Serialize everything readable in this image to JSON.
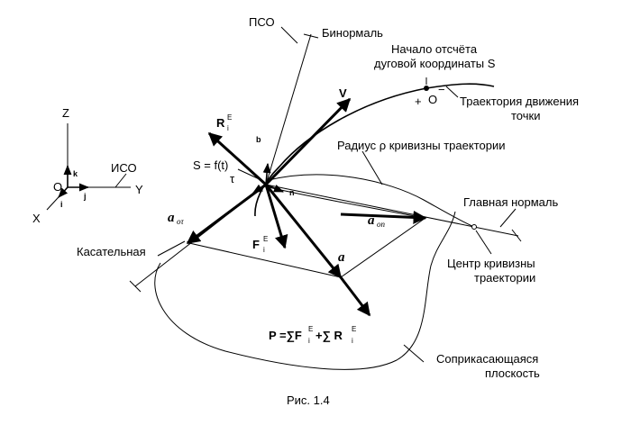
{
  "labels": {
    "pso": "ПСО",
    "binormal": "Бинормаль",
    "origin_line1": "Начало отсчёта",
    "origin_line2": "дуговой координаты S",
    "v": "V",
    "plus": "+",
    "origin_o": "O",
    "minus": "−",
    "trajectory_line1": "Траектория движения",
    "trajectory_line2": "точки",
    "r_main": "R",
    "r_sup": "E",
    "r_sub": "i",
    "b": "b",
    "radius": "Радиус ρ кривизны траектории",
    "s_eq": "S = f(t)",
    "tau": "τ",
    "n": "n",
    "z": "Z",
    "k": "k",
    "iso": "ИСО",
    "o": "O",
    "j": "j",
    "y": "Y",
    "x": "X",
    "i": "i",
    "a_tau_main": "a",
    "a_tau_sub": "oτ",
    "a_n_main": "a",
    "a_n_sub": "on",
    "main_normal": "Главная нормаль",
    "f_main": "F",
    "f_sup": "E",
    "f_sub": "i",
    "tangent": "Касательная",
    "a": "a",
    "center_line1": "Центр кривизны",
    "center_line2": "траектории",
    "p_formula": "P =∑F",
    "p_f_sup": "E",
    "p_f_sub": "i",
    "p_plus": "+∑ R",
    "p_r_sup": "E",
    "p_r_sub": "i",
    "osc_line1": "Соприкасающаяся",
    "osc_line2": "плоскость",
    "caption": "Рис. 1.4"
  },
  "colors": {
    "ink": "#000000",
    "background": "#ffffff"
  }
}
